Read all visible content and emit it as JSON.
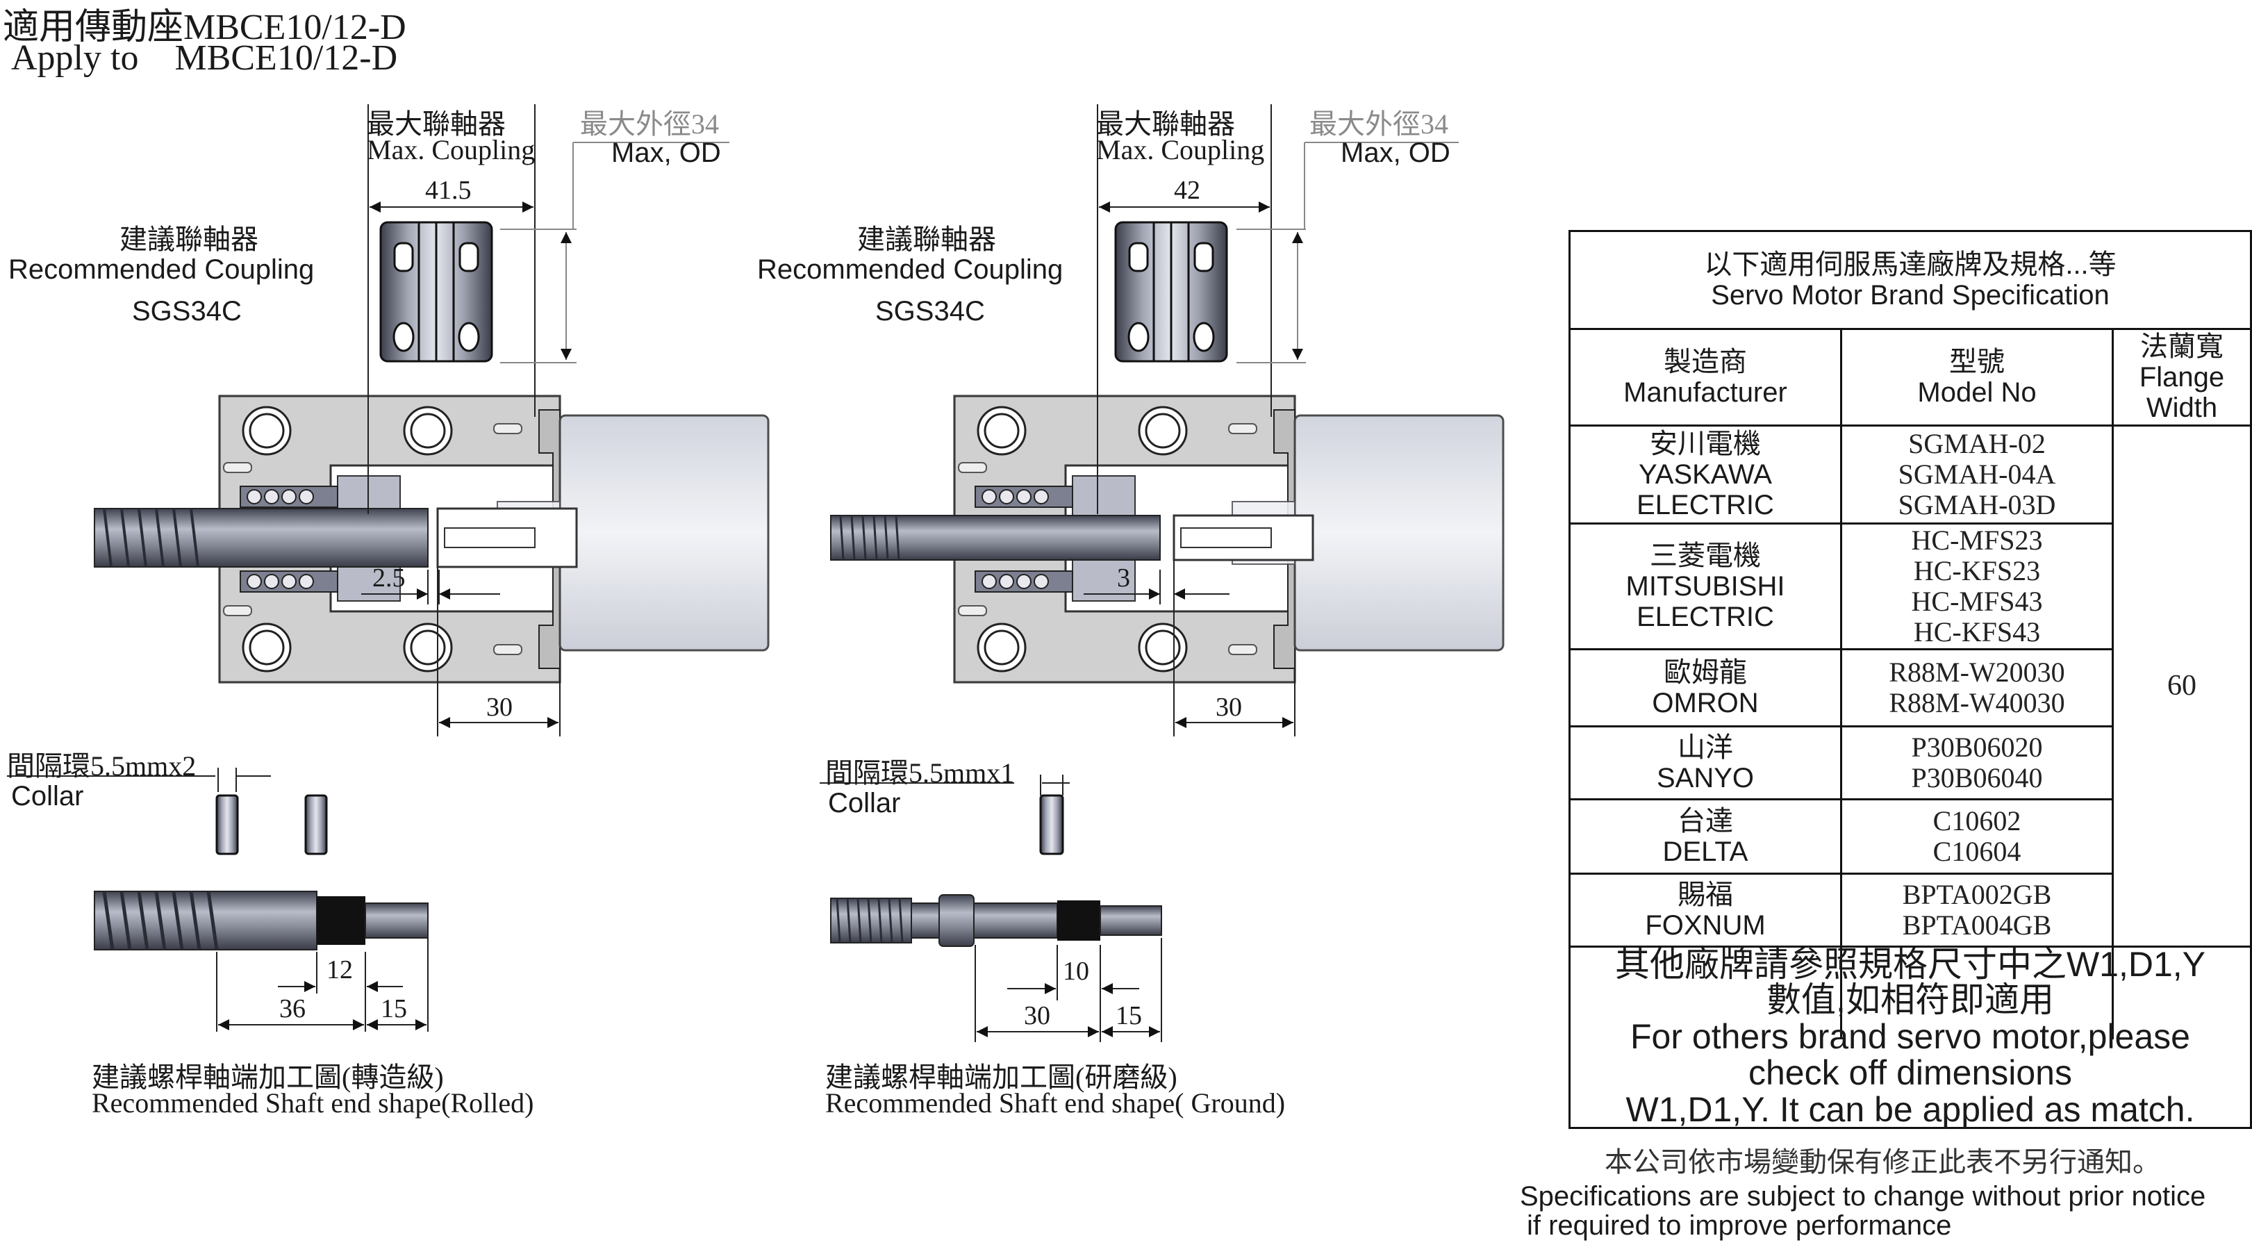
{
  "header": {
    "title_zh": "適用傳動座MBCE10/12-D",
    "title_en": "Apply to    MBCE10/12-D"
  },
  "left_assembly": {
    "max_coupling_zh": "最大聯軸器",
    "max_coupling_en": "Max. Coupling",
    "max_od_zh": "最大外徑34",
    "max_od_en": "Max, OD",
    "coupling_width": "41.5",
    "recommended_zh": "建議聯軸器",
    "recommended_en": "Recommended Coupling",
    "coupling_model": "SGS34C",
    "gap": "2.5",
    "length": "30"
  },
  "right_assembly": {
    "max_coupling_zh": "最大聯軸器",
    "max_coupling_en": "Max. Coupling",
    "max_od_zh": "最大外徑34",
    "max_od_en": "Max, OD",
    "coupling_width": "42",
    "recommended_zh": "建議聯軸器",
    "recommended_en": "Recommended Coupling",
    "coupling_model": "SGS34C",
    "gap": "3",
    "length": "30"
  },
  "left_shaft": {
    "collar_zh": "間隔環5.5mmx2",
    "collar_en": "Collar",
    "dim_a": "12",
    "dim_b": "36",
    "dim_c": "15",
    "caption_zh": "建議螺桿軸端加工圖(轉造級)",
    "caption_en": "Recommended Shaft end shape(Rolled)"
  },
  "right_shaft": {
    "collar_zh": "間隔環5.5mmx1",
    "collar_en": "Collar",
    "dim_a": "10",
    "dim_b": "30",
    "dim_c": "15",
    "caption_zh": "建議螺桿軸端加工圖(研磨級)",
    "caption_en": "Recommended Shaft end shape( Ground)"
  },
  "table": {
    "title_zh": "以下適用伺服馬達廠牌及規格...等",
    "title_en": "Servo Motor Brand Specification",
    "col_manufacturer_zh": "製造商",
    "col_manufacturer_en": "Manufacturer",
    "col_model_zh": "型號",
    "col_model_en": "Model No",
    "col_flange_zh": "法蘭寬",
    "col_flange_en1": "Flange",
    "col_flange_en2": "Width",
    "flange_value": "60",
    "rows": [
      {
        "zh": "安川電機",
        "en1": "YASKAWA",
        "en2": "ELECTRIC",
        "models": [
          "SGMAH-02",
          "SGMAH-04A",
          "SGMAH-03D"
        ]
      },
      {
        "zh": "三菱電機",
        "en1": "MITSUBISHI",
        "en2": "ELECTRIC",
        "models": [
          "HC-MFS23",
          "HC-KFS23",
          "HC-MFS43",
          "HC-KFS43"
        ]
      },
      {
        "zh": "歐姆龍",
        "en1": "OMRON",
        "en2": "",
        "models": [
          "R88M-W20030",
          "R88M-W40030"
        ]
      },
      {
        "zh": "山洋",
        "en1": "SANYO",
        "en2": "",
        "models": [
          "P30B06020",
          "P30B06040"
        ]
      },
      {
        "zh": "台達",
        "en1": "DELTA",
        "en2": "",
        "models": [
          "C10602",
          "C10604"
        ]
      },
      {
        "zh": "賜福",
        "en1": "FOXNUM",
        "en2": "",
        "models": [
          "BPTA002GB",
          "BPTA004GB"
        ]
      }
    ],
    "note_zh1": "其他廠牌請參照規格尺寸中之W1,D1,Y",
    "note_zh2": "數值,如相符即適用",
    "note_en1": "For others brand servo motor,please",
    "note_en2": "check off dimensions",
    "note_en3": "W1,D1,Y. It can be applied as match."
  },
  "footer": {
    "notice_zh": "本公司依市場變動保有修正此表不另行通知。",
    "notice_en1": "Specifications are subject to change without prior notice",
    "notice_en2": "if required to improve performance"
  }
}
